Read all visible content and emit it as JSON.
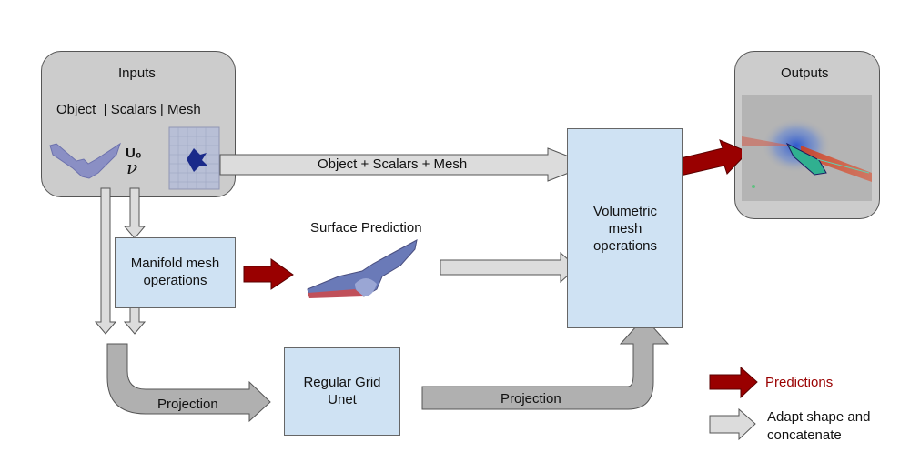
{
  "inputs": {
    "title": "Inputs",
    "subtitle": "Object  | Scalars | Mesh",
    "u0": "U₀",
    "nu": "ν"
  },
  "outputs": {
    "title": "Outputs"
  },
  "boxes": {
    "manifold": "Manifold mesh operations",
    "volumetric": "Volumetric mesh operations",
    "unet": "Regular Grid Unet"
  },
  "labels": {
    "object_scalars_mesh": "Object + Scalars + Mesh",
    "surface_prediction": "Surface Prediction",
    "projection_left": "Projection",
    "projection_right": "Projection"
  },
  "legend": {
    "predictions": "Predictions",
    "adapt": "Adapt shape and concatenate"
  },
  "colors": {
    "prediction_arrow": "#990000",
    "adapt_arrow": "#dcdcdc",
    "box_fill": "#cfe2f3",
    "panel_fill": "#cccccc",
    "predictions_text": "#990000"
  },
  "icons": {
    "object": "wing-drone-icon",
    "mesh": "mesh-grid-icon",
    "surface": "surface-prediction-wing-icon",
    "output": "flow-field-output-image"
  }
}
